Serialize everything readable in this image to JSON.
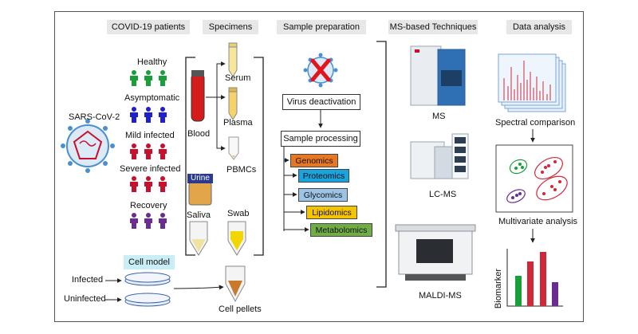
{
  "headers": {
    "patients": "COVID-19 patients",
    "specimens": "Specimens",
    "sample_prep": "Sample preparation",
    "ms_techniques": "MS-based  Techniques",
    "data_analysis": "Data analysis"
  },
  "virus_label": "SARS-CoV-2",
  "patient_groups": [
    "Healthy",
    "Asymptomatic",
    "Mild infected",
    "Severe infected",
    "Recovery"
  ],
  "patient_colors": [
    "#1a9e3a",
    "#1f1fd0",
    "#c8102e",
    "#c8102e",
    "#6a2c91"
  ],
  "specimens": {
    "blood": "Blood",
    "serum": "Serum",
    "plasma": "Plasma",
    "pbmcs": "PBMCs",
    "urine": "Urine",
    "saliva": "Saliva",
    "swab": "Swab",
    "cell_pellets": "Cell pellets"
  },
  "cell_model": {
    "label": "Cell model",
    "infected": "Infected",
    "uninfected": "Uninfected"
  },
  "sample_prep": {
    "virus_deactivation": "Virus deactivation",
    "sample_processing": "Sample processing",
    "omics": [
      {
        "label": "Genomics",
        "color": "#e87722"
      },
      {
        "label": "Proteomics",
        "color": "#1aa3dc"
      },
      {
        "label": "Glycomics",
        "color": "#9dc3e6"
      },
      {
        "label": "Lipidomics",
        "color": "#f5c400"
      },
      {
        "label": "Metabolomics",
        "color": "#70ad47"
      }
    ]
  },
  "ms_techniques": [
    "MS",
    "LC-MS",
    "MALDI-MS"
  ],
  "analysis": {
    "spectral": "Spectral comparison",
    "multivariate": "Multivariate analysis",
    "biomarker": "Biomarker"
  }
}
